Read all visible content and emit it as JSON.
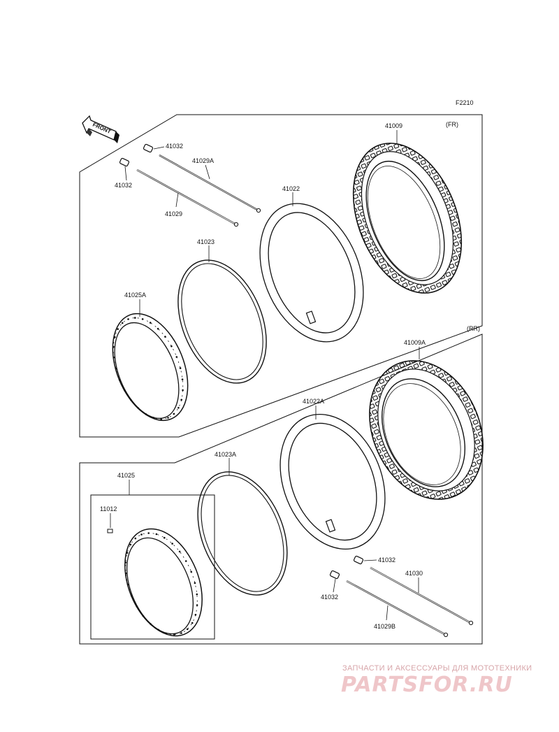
{
  "figure_code": "F2210",
  "front_label": "FRONT",
  "groups": {
    "front": "(FR)",
    "rear": "(RR)"
  },
  "parts": {
    "fr_valve_cap_top": "41032",
    "fr_valve_cap_left": "41032",
    "fr_spoke_a": "41029A",
    "fr_spoke": "41029",
    "fr_tube": "41022",
    "fr_tire": "41009",
    "fr_rim_band": "41023",
    "fr_rim": "41025A",
    "rr_tire": "41009A",
    "rr_tube": "41022A",
    "rr_rim_band": "41023A",
    "rr_rim": "41025",
    "rr_rim_plug": "11012",
    "rr_valve_cap_top": "41032",
    "rr_valve_cap_left": "41032",
    "rr_spoke": "41030",
    "rr_spoke_b": "41029B"
  },
  "watermark": {
    "caption": "ЗАПЧАСТИ И АКСЕССУАРЫ ДЛЯ МОТОТЕХНИКИ",
    "logo": "PARTSFOR.RU"
  },
  "colors": {
    "line": "#111111",
    "watermark": "#efc6c9"
  }
}
